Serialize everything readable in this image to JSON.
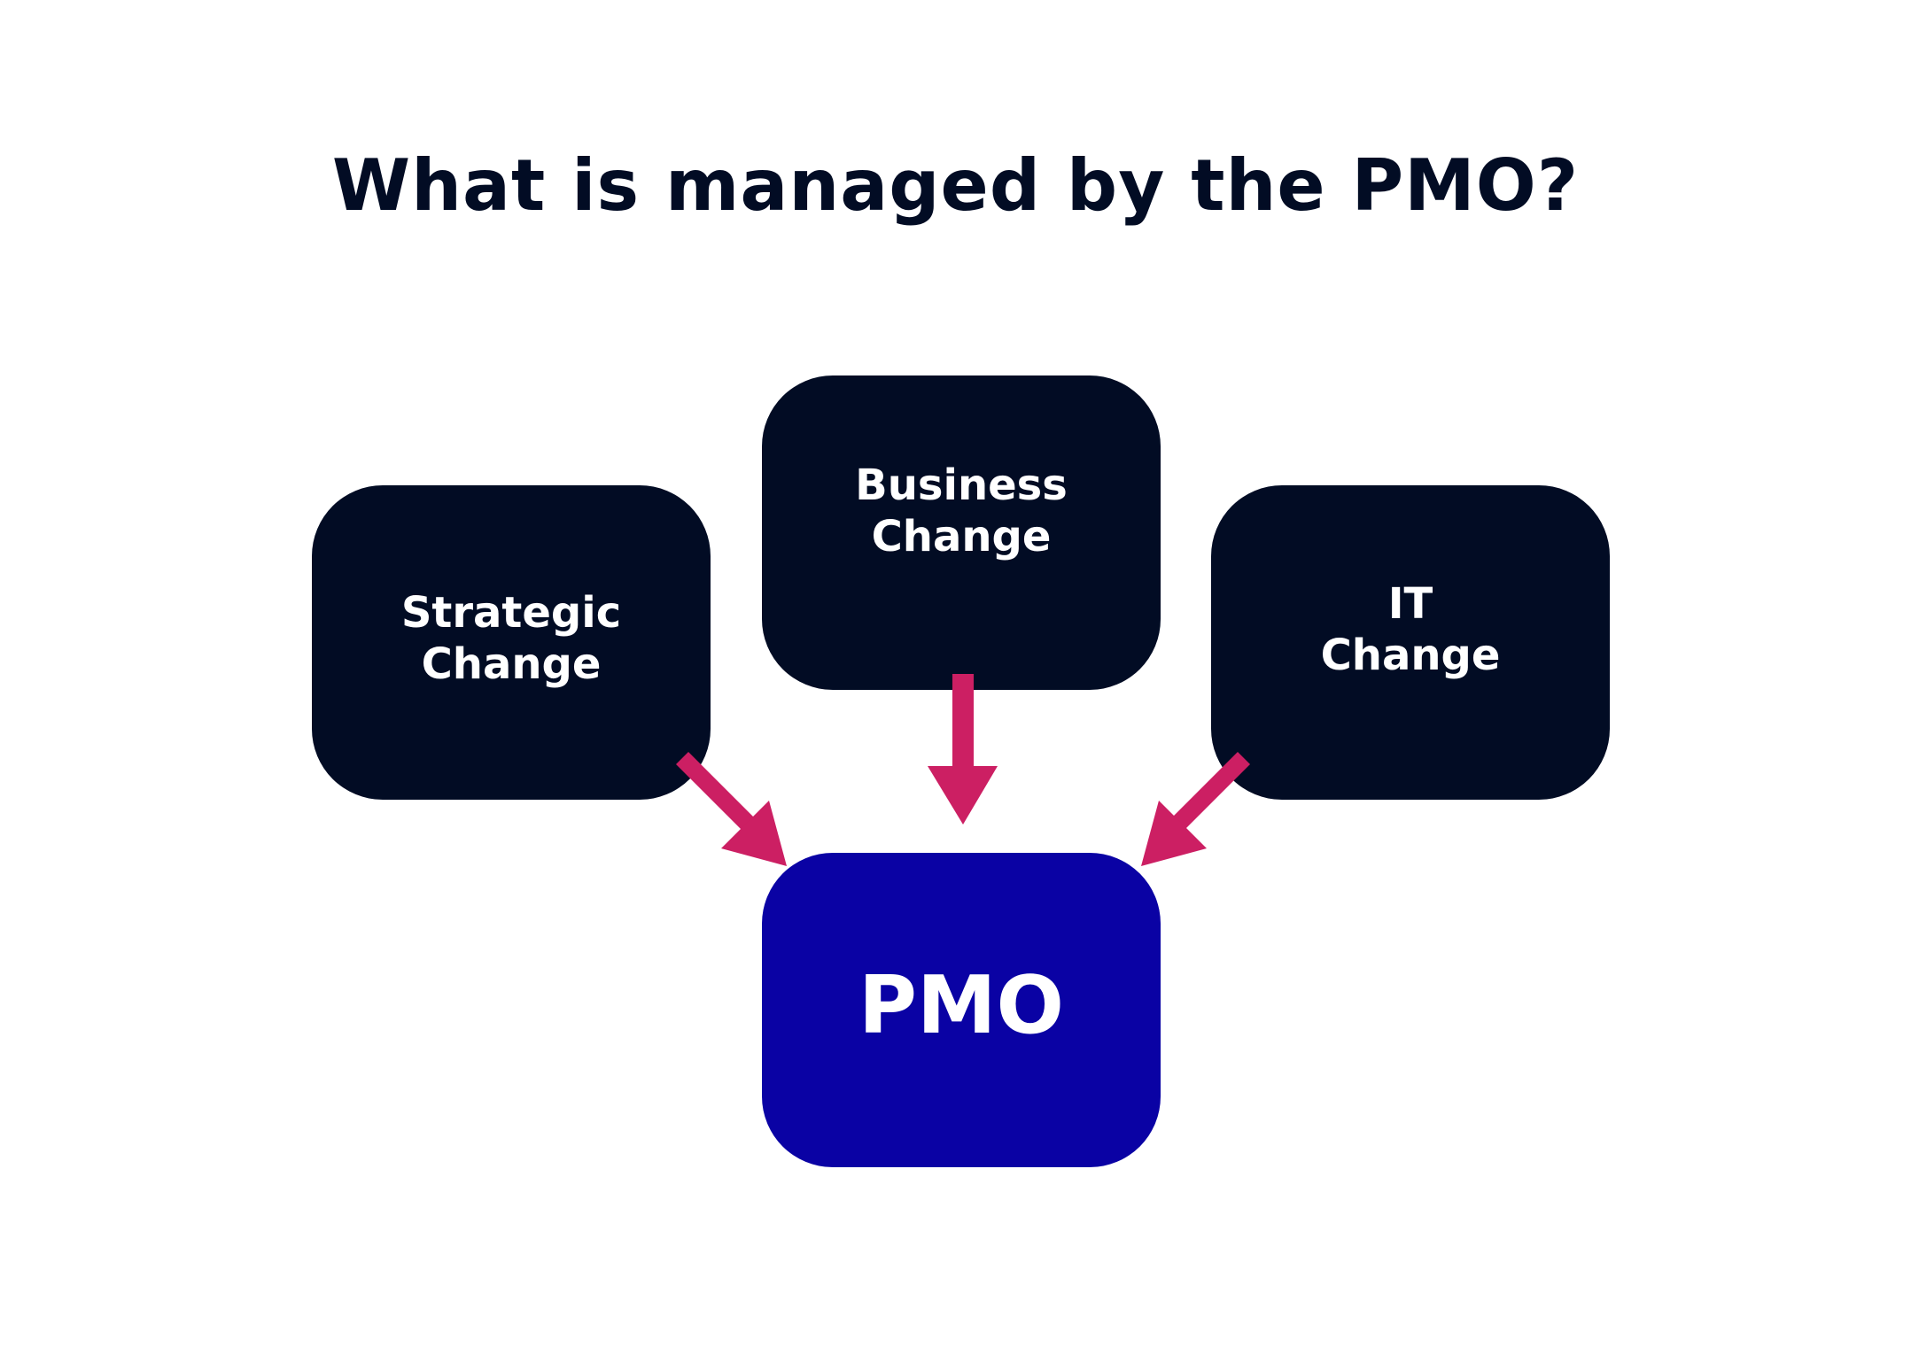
{
  "title": "What is managed by the PMO?",
  "nodes": {
    "strategic": {
      "line1": "Strategic",
      "line2": "Change"
    },
    "business": {
      "line1": "Business",
      "line2": "Change"
    },
    "it": {
      "line1": "IT",
      "line2": "Change"
    },
    "pmo": {
      "label": "PMO"
    }
  },
  "colors": {
    "dark_box": "#020c24",
    "pmo_box": "#0a02a4",
    "arrow": "#cc1f63",
    "text": "#ffffff",
    "title": "#020c24"
  },
  "edges": [
    {
      "from": "Strategic Change",
      "to": "PMO"
    },
    {
      "from": "Business Change",
      "to": "PMO"
    },
    {
      "from": "IT Change",
      "to": "PMO"
    }
  ]
}
